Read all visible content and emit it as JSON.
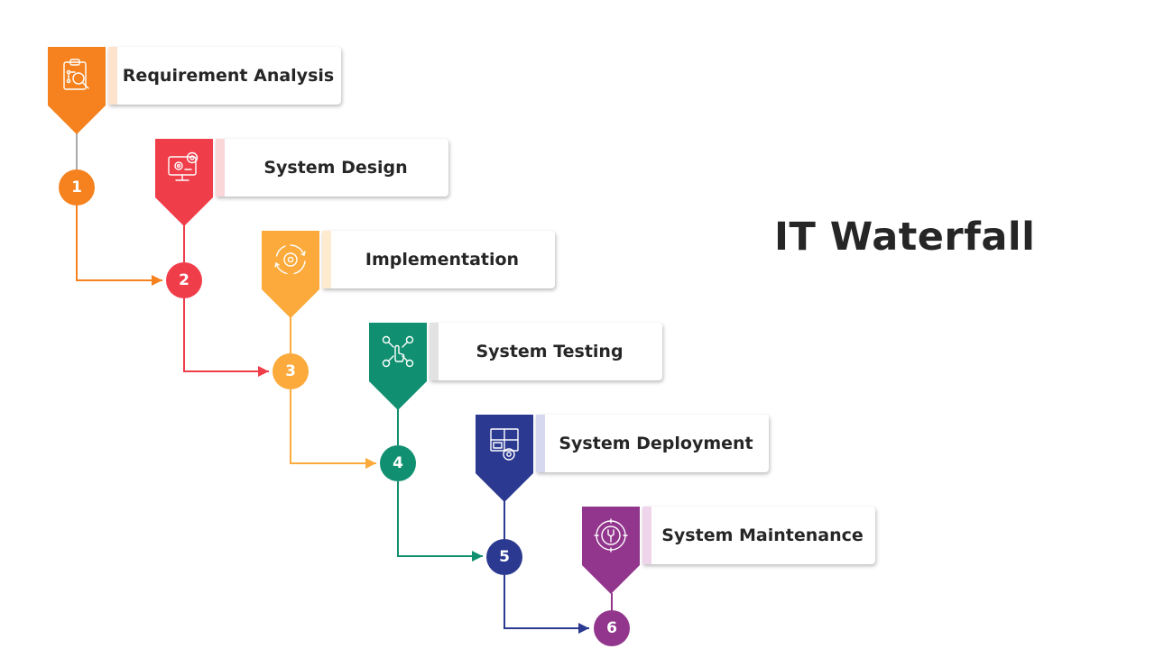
{
  "title": "IT Waterfall",
  "steps": [
    {
      "number": "1",
      "label": "Requirement Analysis",
      "icon": "clipboard-analysis-icon",
      "color": "#F5821F",
      "stripe": "#FDE3CC"
    },
    {
      "number": "2",
      "label": "System Design",
      "icon": "monitor-gears-icon",
      "color": "#EF3E4A",
      "stripe": "#FBD6D9"
    },
    {
      "number": "3",
      "label": "Implementation",
      "icon": "gear-cycle-icon",
      "color": "#FBAA3B",
      "stripe": "#FEEBCF"
    },
    {
      "number": "4",
      "label": "System Testing",
      "icon": "network-touch-icon",
      "color": "#119071",
      "stripe": "#E2E2E2"
    },
    {
      "number": "5",
      "label": "System Deployment",
      "icon": "window-gear-icon",
      "color": "#2B3990",
      "stripe": "#D5D8EE"
    },
    {
      "number": "6",
      "label": "System Maintenance",
      "icon": "gear-wrench-icon",
      "color": "#92368D",
      "stripe": "#EED5EB"
    }
  ],
  "connector_color_first_segment": "#A7A9AC"
}
